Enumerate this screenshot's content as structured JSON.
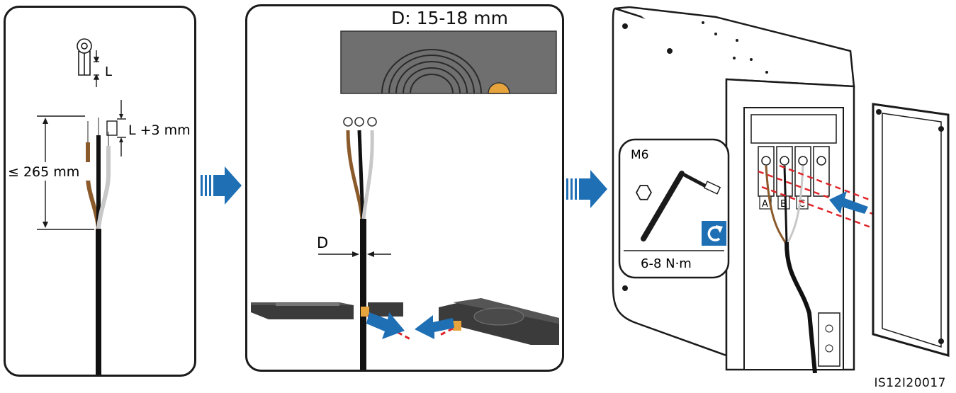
{
  "figure_id": "IS12I20017",
  "colors": {
    "arrow_blue": "#1f6fb5",
    "wire_brown": "#8a5a2b",
    "wire_grey": "#c8c8c8",
    "cable_black": "#111111",
    "marking_red": "#e0262b",
    "plate_grey": "#6f6f6f",
    "lug_gold": "#e8a43c"
  },
  "step1": {
    "lug_length_label": "L",
    "strip_label": "L +3 mm",
    "max_length_label": "≤ 265 mm"
  },
  "step2": {
    "diameter_range_label": "D: 15-18 mm",
    "diameter_label": "D"
  },
  "step3": {
    "bolt_size_label": "M6",
    "torque_label": "6-8 N·m",
    "terminal_labels": [
      "A",
      "B",
      "C"
    ]
  }
}
